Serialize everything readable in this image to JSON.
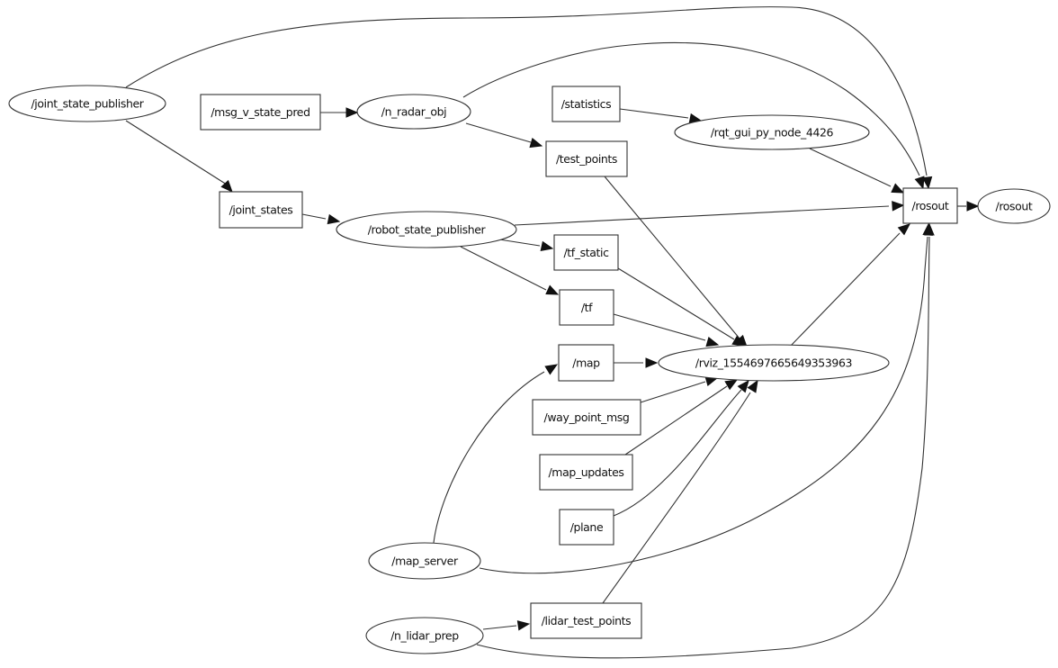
{
  "graph": {
    "title": "ROS node graph",
    "nodes": [
      {
        "id": "joint_state_publisher",
        "label": "/joint_state_publisher",
        "kind": "node"
      },
      {
        "id": "msg_v_state_pred",
        "label": "/msg_v_state_pred",
        "kind": "topic"
      },
      {
        "id": "n_radar_obj",
        "label": "/n_radar_obj",
        "kind": "node"
      },
      {
        "id": "statistics",
        "label": "/statistics",
        "kind": "topic"
      },
      {
        "id": "test_points",
        "label": "/test_points",
        "kind": "topic"
      },
      {
        "id": "rqt_gui_py_node_4426",
        "label": "/rqt_gui_py_node_4426",
        "kind": "node"
      },
      {
        "id": "rosout_topic",
        "label": "/rosout",
        "kind": "topic"
      },
      {
        "id": "rosout_node",
        "label": "/rosout",
        "kind": "node"
      },
      {
        "id": "joint_states",
        "label": "/joint_states",
        "kind": "topic"
      },
      {
        "id": "robot_state_publisher",
        "label": "/robot_state_publisher",
        "kind": "node"
      },
      {
        "id": "tf_static",
        "label": "/tf_static",
        "kind": "topic"
      },
      {
        "id": "tf",
        "label": "/tf",
        "kind": "topic"
      },
      {
        "id": "map",
        "label": "/map",
        "kind": "topic"
      },
      {
        "id": "rviz",
        "label": "/rviz_1554697665649353963",
        "kind": "node"
      },
      {
        "id": "way_point_msg",
        "label": "/way_point_msg",
        "kind": "topic"
      },
      {
        "id": "map_updates",
        "label": "/map_updates",
        "kind": "topic"
      },
      {
        "id": "plane",
        "label": "/plane",
        "kind": "topic"
      },
      {
        "id": "map_server",
        "label": "/map_server",
        "kind": "node"
      },
      {
        "id": "lidar_test_points",
        "label": "/lidar_test_points",
        "kind": "topic"
      },
      {
        "id": "n_lidar_prep",
        "label": "/n_lidar_prep",
        "kind": "node"
      }
    ],
    "edges": [
      {
        "from": "joint_state_publisher",
        "to": "rosout_topic"
      },
      {
        "from": "joint_state_publisher",
        "to": "joint_states"
      },
      {
        "from": "msg_v_state_pred",
        "to": "n_radar_obj"
      },
      {
        "from": "n_radar_obj",
        "to": "rosout_topic"
      },
      {
        "from": "n_radar_obj",
        "to": "test_points"
      },
      {
        "from": "statistics",
        "to": "rqt_gui_py_node_4426"
      },
      {
        "from": "rqt_gui_py_node_4426",
        "to": "rosout_topic"
      },
      {
        "from": "rosout_topic",
        "to": "rosout_node"
      },
      {
        "from": "joint_states",
        "to": "robot_state_publisher"
      },
      {
        "from": "robot_state_publisher",
        "to": "rosout_topic"
      },
      {
        "from": "robot_state_publisher",
        "to": "tf_static"
      },
      {
        "from": "robot_state_publisher",
        "to": "tf"
      },
      {
        "from": "test_points",
        "to": "rviz"
      },
      {
        "from": "tf_static",
        "to": "rviz"
      },
      {
        "from": "tf",
        "to": "rviz"
      },
      {
        "from": "map",
        "to": "rviz"
      },
      {
        "from": "way_point_msg",
        "to": "rviz"
      },
      {
        "from": "map_updates",
        "to": "rviz"
      },
      {
        "from": "plane",
        "to": "rviz"
      },
      {
        "from": "lidar_test_points",
        "to": "rviz"
      },
      {
        "from": "rviz",
        "to": "rosout_topic"
      },
      {
        "from": "map_server",
        "to": "map"
      },
      {
        "from": "map_server",
        "to": "rosout_topic"
      },
      {
        "from": "n_lidar_prep",
        "to": "lidar_test_points"
      },
      {
        "from": "n_lidar_prep",
        "to": "rosout_topic"
      }
    ]
  }
}
